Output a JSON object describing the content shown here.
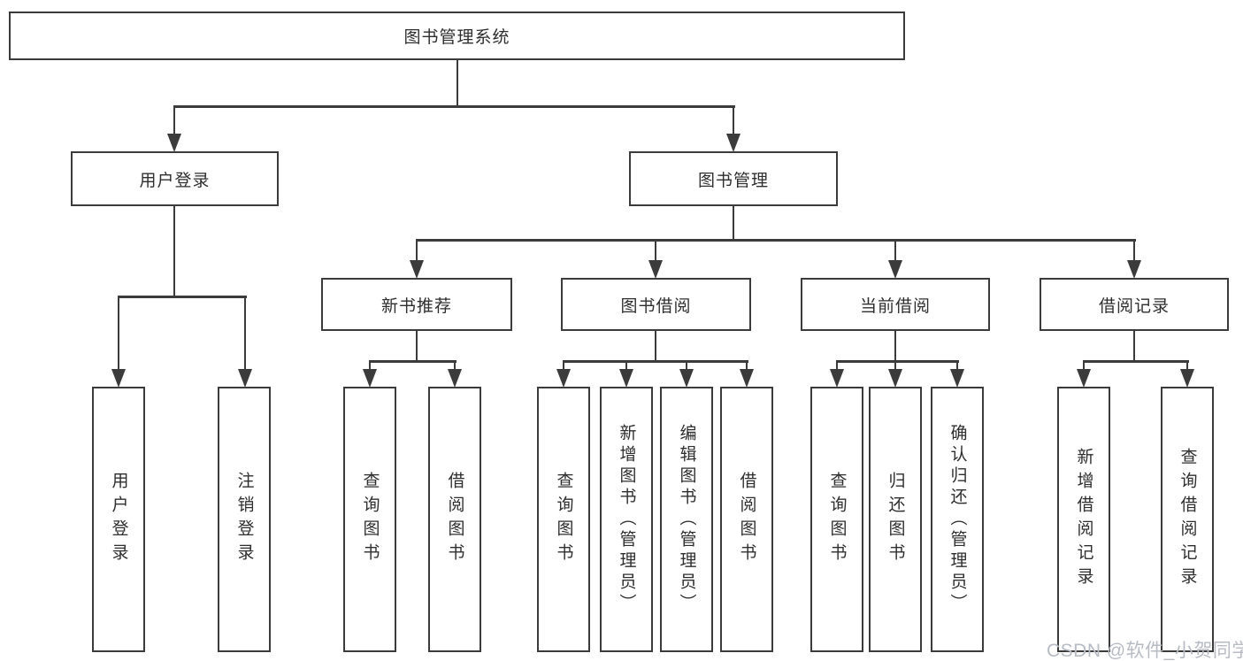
{
  "diagram": {
    "title_node": {
      "label": "图书管理系统"
    },
    "level2": [
      {
        "id": "user-login",
        "label": "用户登录"
      },
      {
        "id": "book-management",
        "label": "图书管理"
      }
    ],
    "level3": [
      {
        "id": "new-book-recommendation",
        "parent": "图书管理",
        "label": "新书推荐"
      },
      {
        "id": "book-borrowing",
        "parent": "图书管理",
        "label": "图书借阅"
      },
      {
        "id": "current-borrowing",
        "parent": "图书管理",
        "label": "当前借阅"
      },
      {
        "id": "borrowing-records",
        "parent": "图书管理",
        "label": "借阅记录"
      }
    ],
    "leaf_groups": [
      {
        "parent": "用户登录",
        "items": [
          {
            "label": "用户登录"
          },
          {
            "label": "注销登录"
          }
        ]
      },
      {
        "parent": "新书推荐",
        "items": [
          {
            "label": "查询图书"
          },
          {
            "label": "借阅图书"
          }
        ]
      },
      {
        "parent": "图书借阅",
        "items": [
          {
            "label": "查询图书"
          },
          {
            "label": "新增图书（管理员）"
          },
          {
            "label": "编辑图书（管理员）"
          },
          {
            "label": "借阅图书"
          }
        ]
      },
      {
        "parent": "当前借阅",
        "items": [
          {
            "label": "查询图书"
          },
          {
            "label": "归还图书"
          },
          {
            "label": "确认归还（管理员）"
          }
        ]
      },
      {
        "parent": "借阅记录",
        "items": [
          {
            "label": "新增借阅记录"
          },
          {
            "label": "查询借阅记录"
          }
        ]
      }
    ]
  },
  "watermark": {
    "text": "CSDN @软件_小贺同学",
    "color": "#b7bbc3"
  },
  "colors": {
    "line": "#3b3b3b",
    "box_border": "#3b3b3b",
    "box_fill": "#ffffff",
    "text": "#2e2e2e",
    "background": "#ffffff"
  }
}
